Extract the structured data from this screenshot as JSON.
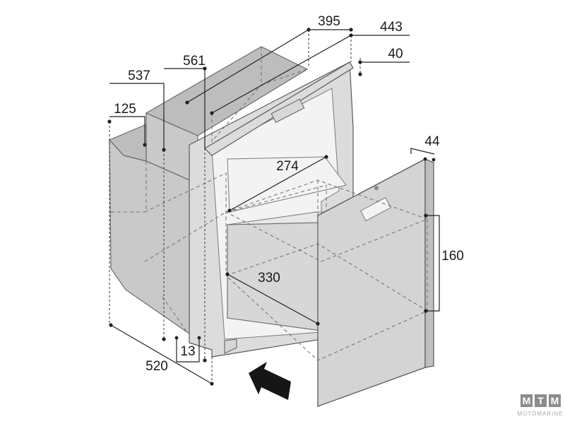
{
  "dimensions": {
    "d395": "395",
    "d443": "443",
    "d40": "40",
    "d561": "561",
    "d537": "537",
    "d125": "125",
    "d44": "44",
    "d274": "274",
    "d160": "160",
    "d330": "330",
    "d13": "13",
    "d520": "520"
  },
  "watermark": {
    "letters": [
      "M",
      "T",
      "M"
    ],
    "word": "MOTOMARINE"
  },
  "colors": {
    "body": "#c9c9c9",
    "line": "#222222",
    "logo_box": "#8c8c8c"
  }
}
